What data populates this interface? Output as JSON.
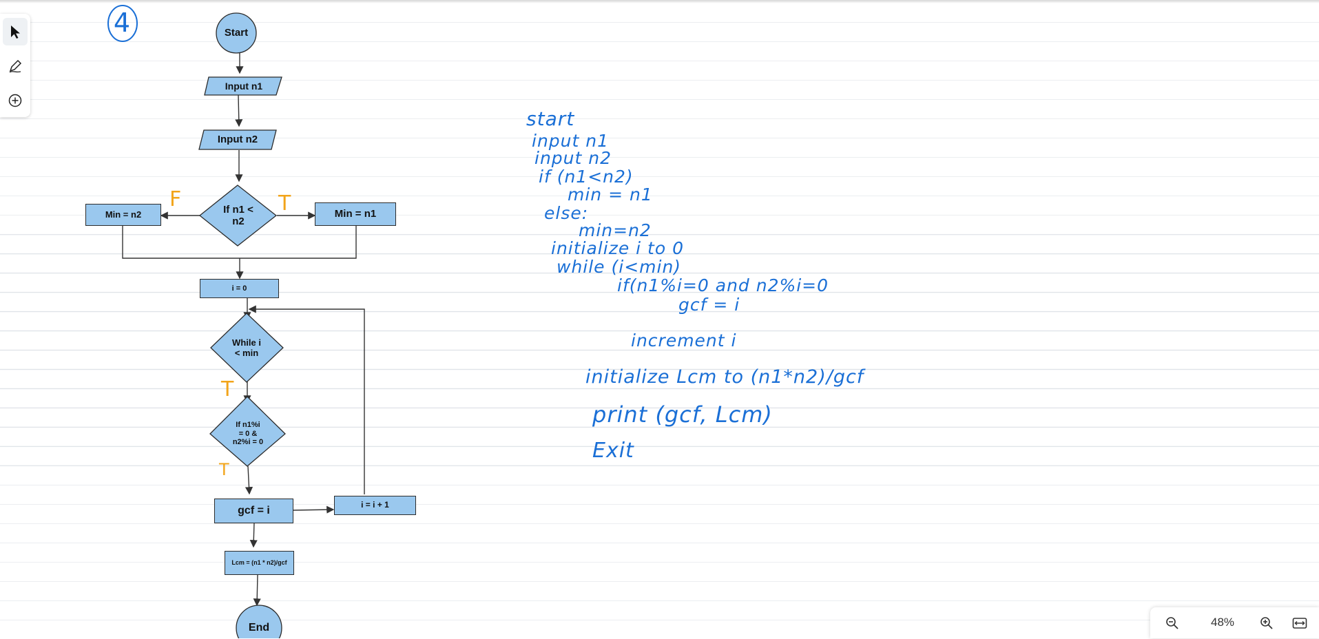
{
  "toolbar": {
    "tools": [
      {
        "name": "select",
        "icon": "cursor-arrow-icon",
        "active": true
      },
      {
        "name": "pen",
        "icon": "pen-icon",
        "active": false
      },
      {
        "name": "add",
        "icon": "plus-circle-icon",
        "active": false
      }
    ]
  },
  "handwriting": {
    "page_number": "4",
    "branch_labels": {
      "false_left": "F",
      "true_right": "T",
      "true_while": "T",
      "true_if": "T"
    },
    "pseudocode": [
      "start",
      "input n1",
      "input n2",
      "if (n1<n2)",
      "min = n1",
      "else:",
      "min=n2",
      "initialize i to 0",
      "while (i<min)",
      "if(n1%i=0 and n2%i=0",
      "gcf = i",
      "increment i",
      "initialize Lcm to (n1*n2)/gcf",
      "print (gcf, Lcm)",
      "Exit"
    ]
  },
  "flowchart": {
    "start": "Start",
    "input1": "Input n1",
    "input2": "Input n2",
    "decision_min": "If n1 <\nn2",
    "min_false": "Min = n2",
    "min_true": "Min = n1",
    "init_i": "i = 0",
    "while_cond": "While i\n< min",
    "if_divides": "If n1%i\n= 0 &\nn2%i = 0",
    "gcf_assign": "gcf = i",
    "increment": "i =  i + 1",
    "lcm": "Lcm = (n1 * n2)/gcf",
    "end": "End"
  },
  "colors": {
    "shape_fill": "#9ac8ee",
    "ink_blue": "#1a6fd6",
    "ink_orange": "#f2a41a"
  },
  "zoom": {
    "level": "48%",
    "zoom_out_icon": "zoom-out-icon",
    "zoom_in_icon": "zoom-in-icon",
    "fit_icon": "fit-width-icon"
  }
}
